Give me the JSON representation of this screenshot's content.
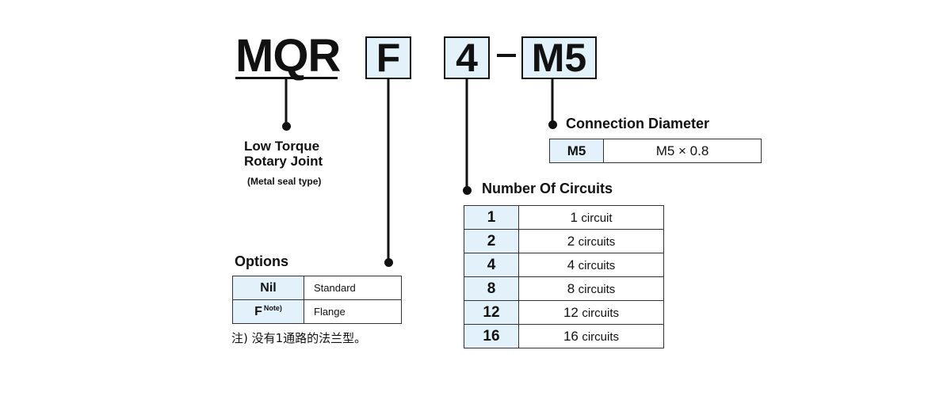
{
  "model": {
    "base": "MQR",
    "option_code": "F",
    "circuits_code": "4",
    "separator": "-",
    "connection_code": "M5"
  },
  "base_description": {
    "line1": "Low Torque",
    "line2": "Rotary Joint",
    "line3": "(Metal seal type)"
  },
  "connection": {
    "heading": "Connection Diameter",
    "rows": [
      {
        "code": "M5",
        "value": "M5 × 0.8"
      }
    ]
  },
  "circuits": {
    "heading": "Number Of Circuits",
    "rows": [
      {
        "code": "1",
        "num": "1",
        "unit": "circuit"
      },
      {
        "code": "2",
        "num": "2",
        "unit": "circuits"
      },
      {
        "code": "4",
        "num": "4",
        "unit": "circuits"
      },
      {
        "code": "8",
        "num": "8",
        "unit": "circuits"
      },
      {
        "code": "12",
        "num": "12",
        "unit": "circuits"
      },
      {
        "code": "16",
        "num": "16",
        "unit": "circuits"
      }
    ]
  },
  "options": {
    "heading": "Options",
    "rows": [
      {
        "code": "Nil",
        "note": "",
        "value": "Standard"
      },
      {
        "code": "F",
        "note": "Note)",
        "value": "Flange"
      }
    ],
    "footnote": "注) 没有1通路的法兰型。"
  }
}
